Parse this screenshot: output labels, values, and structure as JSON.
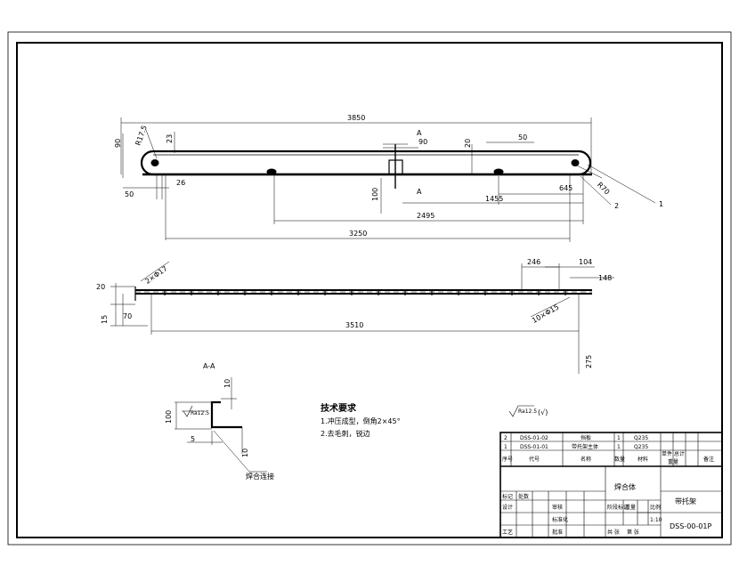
{
  "main_view": {
    "dims": {
      "overall_length": "3850",
      "r175": "R17.5",
      "d90_left": "90",
      "d23": "23",
      "d50_left": "50",
      "d26": "26",
      "section_a_top": "A",
      "section_a_bottom": "A",
      "d90_mid": "90",
      "d100": "100",
      "d20": "20",
      "d50_right": "50",
      "d645": "645",
      "d1455": "1455",
      "d2495": "2495",
      "d3250": "3250",
      "r70": "R70"
    },
    "leaders": {
      "item1": "1",
      "item2": "2"
    }
  },
  "side_view": {
    "dims": {
      "holes_left": "2×Φ17",
      "d20": "20",
      "d15": "15",
      "d70": "70",
      "d246": "246",
      "d104": "104",
      "d148": "148",
      "holes_right": "10×Φ15",
      "d3510": "3510",
      "d275": "275"
    }
  },
  "section_view": {
    "title": "A-A",
    "d10_top": "10",
    "d100": "100",
    "roughness": "Ra12.5",
    "d5": "5",
    "d10_bottom": "10",
    "weld_note": "焊合连接"
  },
  "tech_requirements": {
    "title": "技术要求",
    "line1": "1.冲压成型，倒角2×45°",
    "line2": "2.去毛刺，锐边"
  },
  "roughness_note": {
    "value": "Ra12.5",
    "symbol": "(√)"
  },
  "bom": {
    "rows": [
      {
        "no": "2",
        "code": "DSS-01-02",
        "name": "挡板",
        "qty": "1",
        "material": "Q235"
      },
      {
        "no": "1",
        "code": "DSS-01-01",
        "name": "带托架主体",
        "qty": "1",
        "material": "Q235"
      }
    ],
    "headers": {
      "no": "序号",
      "code": "代号",
      "name": "名称",
      "qty": "数量",
      "material": "材料",
      "single": "单件",
      "total": "总计",
      "weight": "重量",
      "remark": "备注"
    }
  },
  "title_block": {
    "part_name": "焊合体",
    "drawing_title": "带托架",
    "drawing_no": "DSS-00-01P",
    "labels": {
      "mark": "标记",
      "zones": "处数",
      "design": "设计",
      "process": "工艺",
      "stage_mark": "阶段标记",
      "weight": "重量",
      "scale": "比例",
      "scale_val": "1:10",
      "sheets": "共 张",
      "sheet": "第 张",
      "approve": "批准",
      "check": "审核",
      "std": "标准化"
    }
  }
}
